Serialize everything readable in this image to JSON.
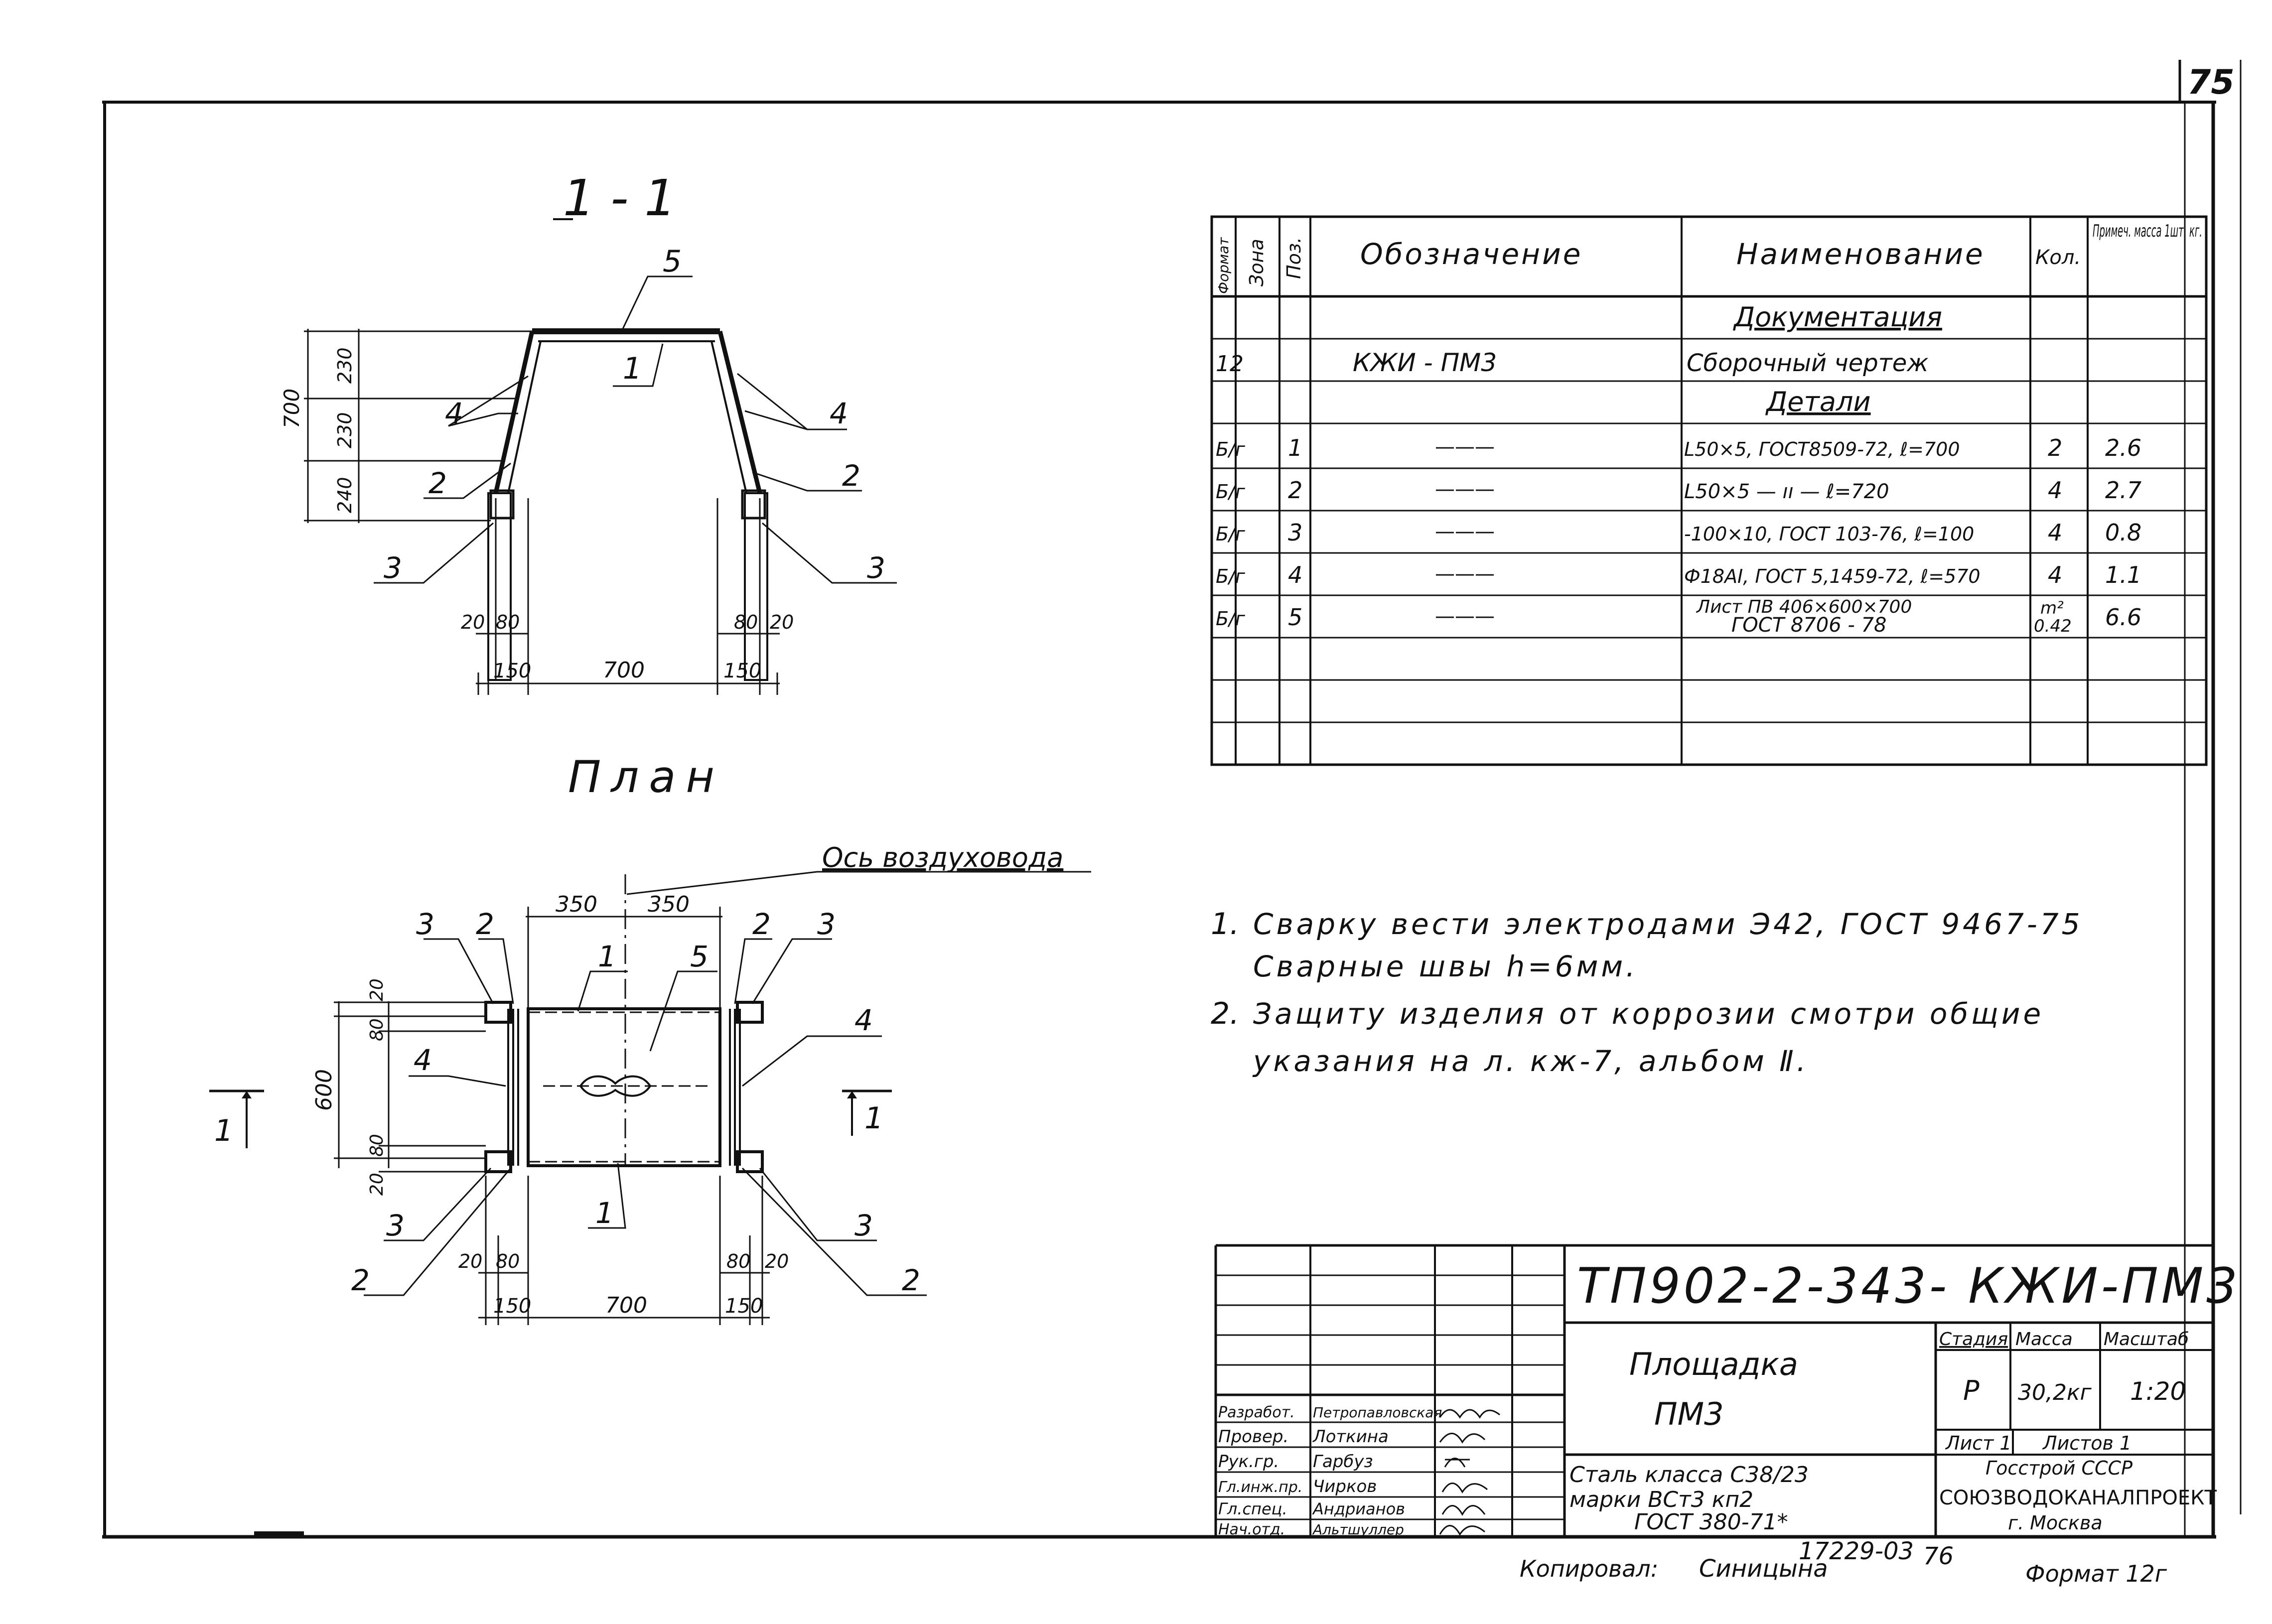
{
  "sheet": {
    "number": "75",
    "format": "Формат 12г",
    "archive_no": "17229-03",
    "archive_sheet": "76"
  },
  "section_1_1": {
    "title": "1 - 1"
  },
  "plan": {
    "title": "План",
    "axis_label": "Ось воздуховода",
    "section_mark": "1"
  },
  "spec_table": {
    "headers": {
      "format": "Формат",
      "zone": "Зона",
      "pos": "Поз.",
      "designation": "Обозначение",
      "name": "Наименование",
      "qty": "Кол.",
      "note": "Примеч. масса 1шт. кг."
    },
    "section_documents": "Документация",
    "section_details": "Детали",
    "doc_row": {
      "pos": "12",
      "designation": "КЖИ - ПМ3",
      "name": "Сборочный чертеж"
    },
    "rows": [
      {
        "format": "Б/г",
        "pos": "1",
        "dash": "———",
        "name": "L50×5, ГОСТ8509-72, ℓ=700",
        "qty": "2",
        "mass": "2.6"
      },
      {
        "format": "Б/г",
        "pos": "2",
        "dash": "———",
        "name": "L50×5  — ıı —  ℓ=720",
        "qty": "4",
        "mass": "2.7"
      },
      {
        "format": "Б/г",
        "pos": "3",
        "dash": "———",
        "name": "-100×10, ГОСТ 103-76, ℓ=100",
        "qty": "4",
        "mass": "0.8"
      },
      {
        "format": "Б/г",
        "pos": "4",
        "dash": "———",
        "name": "Ф18АⅠ, ГОСТ 5,1459-72, ℓ=570",
        "qty": "4",
        "mass": "1.1"
      },
      {
        "format": "Б/г",
        "pos": "5",
        "dash": "———",
        "name": "Лист ПВ 406×600×700",
        "name2": "ГОСТ 8706 - 78",
        "qty": "m²",
        "qty2": "0.42",
        "mass": "6.6"
      }
    ]
  },
  "notes": [
    {
      "num": "1.",
      "line1": "Сварку вести электродами Э42, ГОСТ 9467-75",
      "line2": "Сварные швы h=6мм."
    },
    {
      "num": "2.",
      "line1": "Защиту изделия от коррозии смотри общие",
      "line2": "указания на л. кж-7,  альбом Ⅱ."
    }
  ],
  "title_block": {
    "code": "ТП902-2-343-  КЖИ-ПМ3",
    "item_title_1": "Площадка",
    "item_title_2": "ПМ3",
    "material_1": "Сталь класса С38/23",
    "material_2": "марки ВСт3 кп2",
    "material_3": "ГОСТ 380-71*",
    "stage_label": "Стадия",
    "mass_label": "Масса",
    "scale_label": "Масштаб",
    "stage": "Р",
    "mass": "30,2кг",
    "scale": "1:20",
    "sheet_label": "Лист 1",
    "sheets_label": "Листов 1",
    "org_1": "Госстрой СССР",
    "org_2": "СОЮЗВОДОКАНАЛПРОЕКТ",
    "org_3": "г. Москва",
    "people": [
      {
        "role": "Разработ.",
        "name": "Петропавловская"
      },
      {
        "role": "Провер.",
        "name": "Лоткина"
      },
      {
        "role": "Рук.гр.",
        "name": "Гарбуз"
      },
      {
        "role": "Гл.инж.пр.",
        "name": "Чирков"
      },
      {
        "role": "Гл.спец.",
        "name": "Андрианов"
      },
      {
        "role": "Нач.отд.",
        "name": "Альтшуллер"
      }
    ],
    "copied_label": "Копировал:",
    "copied_name": "Синицына"
  },
  "dims": {
    "d700": "700",
    "d150": "150",
    "d20": "20",
    "d80": "80",
    "d350": "350",
    "d600": "600",
    "d240": "240",
    "d230": "230"
  },
  "marks": {
    "m1": "1",
    "m2": "2",
    "m3": "3",
    "m4": "4",
    "m5": "5"
  }
}
